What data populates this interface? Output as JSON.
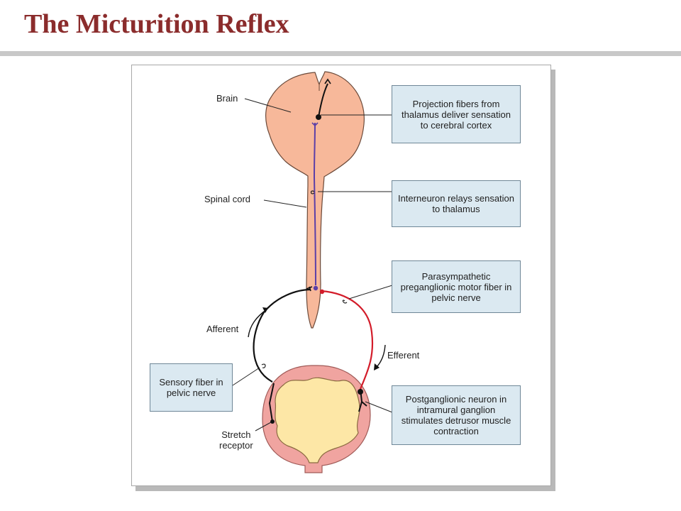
{
  "title": "The Micturition Reflex",
  "colors": {
    "title": "#8b2c2c",
    "tissue": "#f7b89a",
    "bladder_wall": "#f0a4a0",
    "bladder_lumen": "#fde7a6",
    "interneuron": "#5b3fa8",
    "efferent": "#d31c2a",
    "afferent": "#111111",
    "box_fill": "#dbe9f1"
  },
  "labels": {
    "brain": "Brain",
    "spinal_cord": "Spinal cord",
    "afferent": "Afferent",
    "efferent": "Efferent",
    "stretch_receptor": "Stretch\nreceptor"
  },
  "boxes": {
    "projection": "Projection fibers from thalamus deliver sensation to cerebral cortex",
    "interneuron": "Interneuron relays sensation to thalamus",
    "parasympathetic": "Parasympathetic preganglionic motor fiber in pelvic nerve",
    "sensory": "Sensory fiber in pelvic nerve",
    "postganglionic": "Postganglionic neuron in intramural ganglion stimulates detrusor muscle contraction"
  }
}
